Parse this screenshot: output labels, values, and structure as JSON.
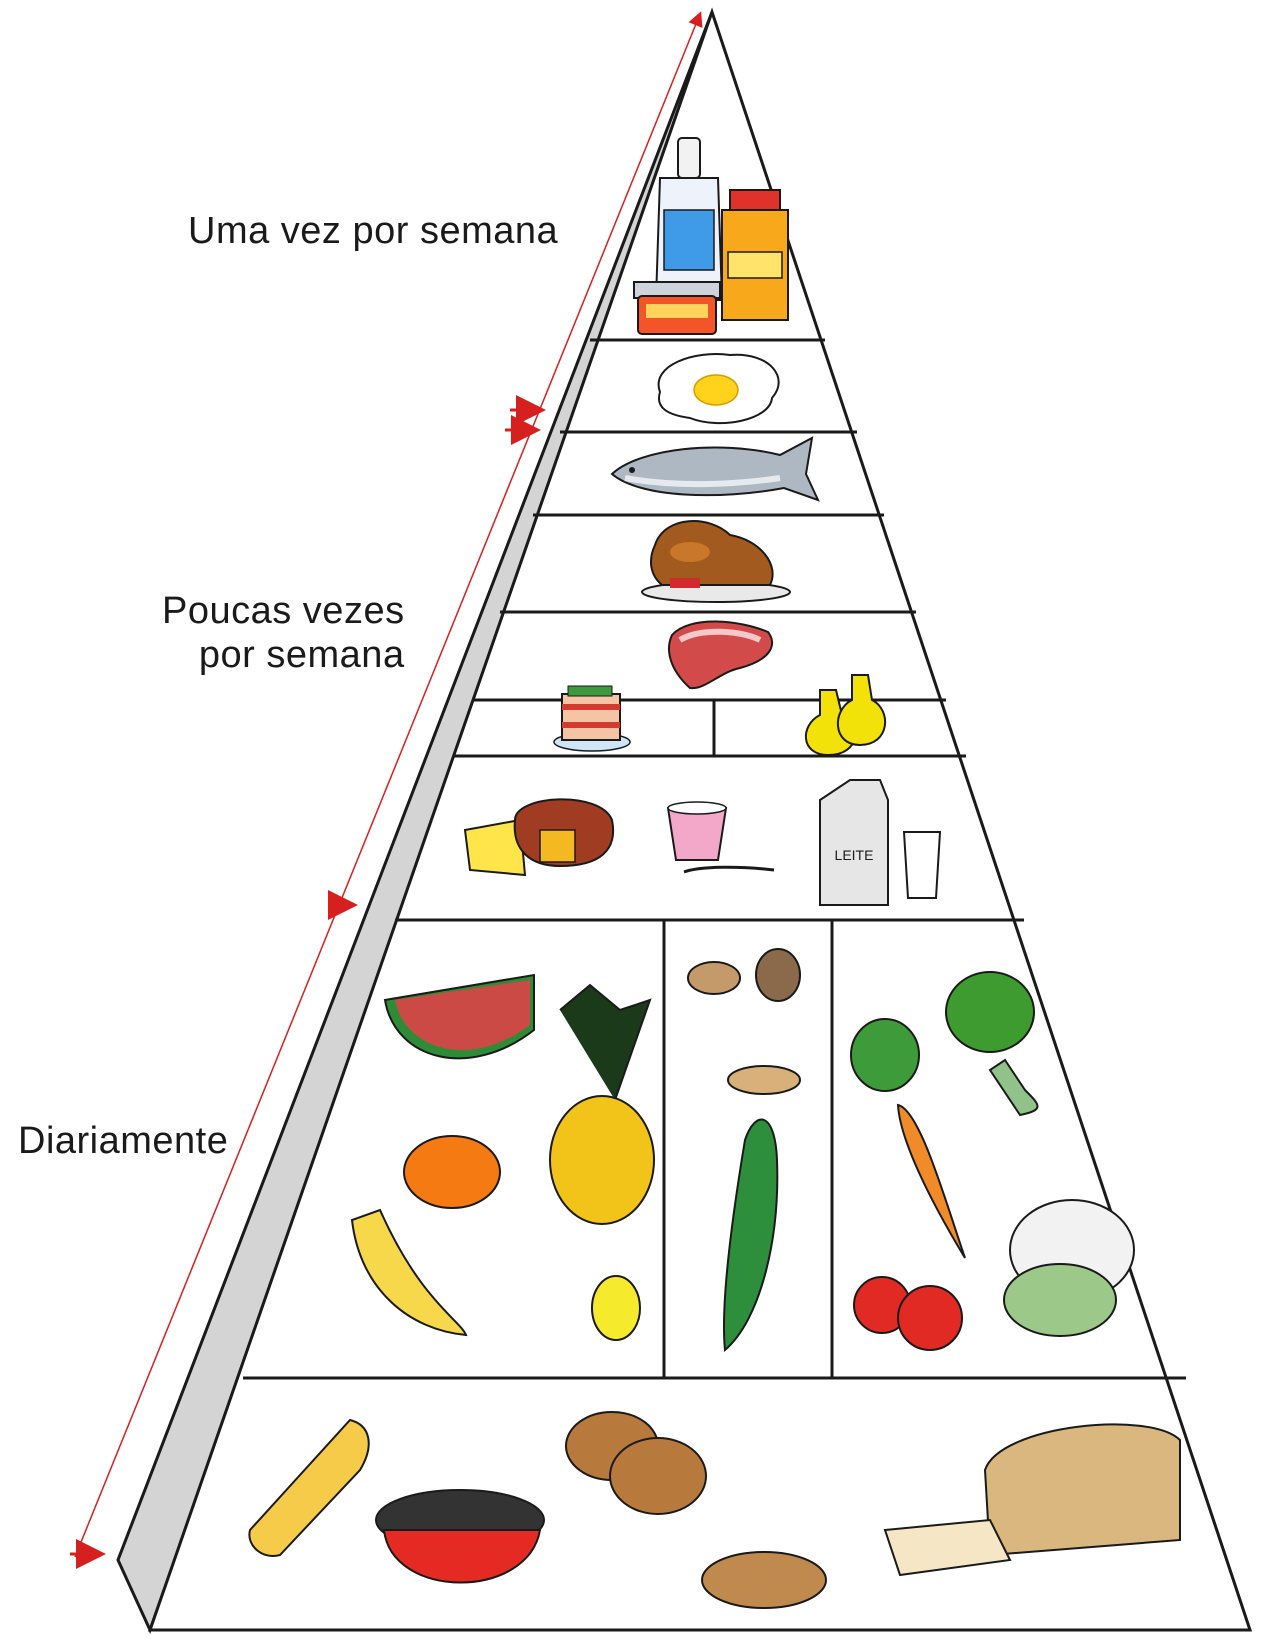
{
  "labels": {
    "weekly": "Uma vez por semana",
    "few_times_line1": "Poucas vezes",
    "few_times_line2": "por semana",
    "daily": "Diariamente"
  },
  "milk_carton_text": "LEITE",
  "colors": {
    "outline": "#1a1a1a",
    "side_face": "#d4d4d4",
    "arrow": "#d62020"
  },
  "tiers": [
    {
      "level": 1,
      "foods": [
        "soft-drink-bottle-icon",
        "oil-jar-icon",
        "sweets-jar-icon"
      ]
    },
    {
      "level": 2,
      "foods": [
        "fried-egg-icon"
      ]
    },
    {
      "level": 3,
      "foods": [
        "fish-icon"
      ]
    },
    {
      "level": 4,
      "foods": [
        "roast-chicken-icon"
      ]
    },
    {
      "level": 5,
      "foods": [
        "steak-icon",
        "cake-slice-icon",
        "olive-oil-bottles-icon"
      ]
    },
    {
      "level": 6,
      "foods": [
        "cheese-icon",
        "yogurt-icon",
        "milk-carton-icon",
        "glass-of-milk-icon"
      ]
    },
    {
      "level": 7,
      "foods": [
        "watermelon-icon",
        "pineapple-icon",
        "orange-icon",
        "banana-icon",
        "lemon-icon",
        "nuts-icon",
        "pea-pod-icon",
        "broccoli-icon",
        "carrot-icon",
        "tomato-icon",
        "cauliflower-icon"
      ]
    },
    {
      "level": 8,
      "foods": [
        "corn-icon",
        "rice-bowl-icon",
        "potato-icon",
        "bread-icon"
      ]
    }
  ]
}
